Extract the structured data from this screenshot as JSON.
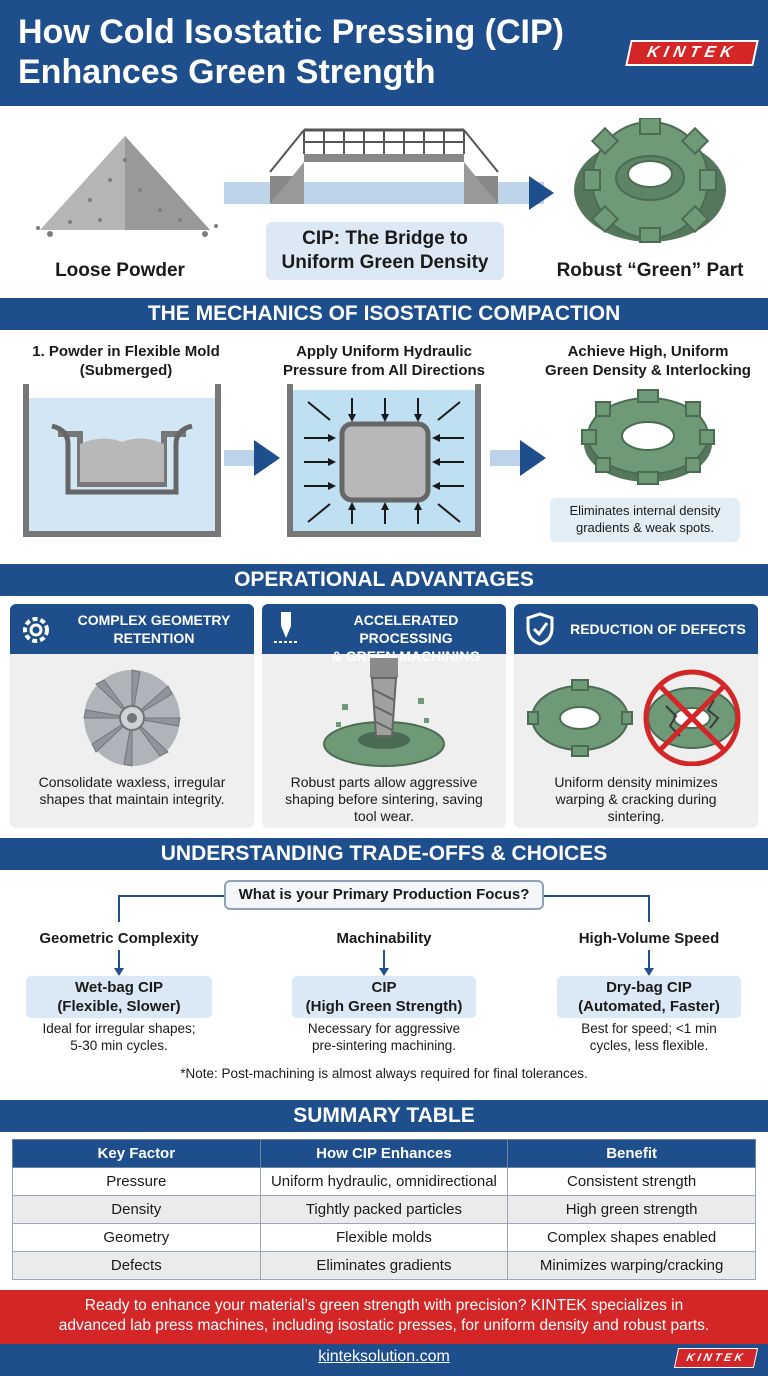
{
  "header": {
    "title_line1": "How Cold Isostatic Pressing (CIP)",
    "title_line2": "Enhances Green Strength",
    "logo": "KINTEK"
  },
  "hero": {
    "left_label": "Loose Powder",
    "bridge_line1": "CIP: The Bridge to",
    "bridge_line2": "Uniform Green Density",
    "right_label": "Robust “Green” Part"
  },
  "mechanics": {
    "title": "THE MECHANICS OF ISOSTATIC COMPACTION",
    "step1_line1": "1. Powder in Flexible Mold",
    "step1_line2": "(Submerged)",
    "step2_line1": "Apply Uniform Hydraulic",
    "step2_line2": "Pressure from All Directions",
    "step3_line1": "Achieve High, Uniform",
    "step3_line2": "Green Density & Interlocking",
    "note_line1": "Eliminates internal density",
    "note_line2": "gradients & weak spots."
  },
  "advantages": {
    "title": "OPERATIONAL ADVANTAGES",
    "cards": [
      {
        "icon": "gear-icon",
        "head_line1": "COMPLEX GEOMETRY",
        "head_line2": "RETENTION",
        "text_line1": "Consolidate waxless, irregular",
        "text_line2": "shapes that maintain integrity.",
        "text_line3": ""
      },
      {
        "icon": "drill-icon",
        "head_line1": "ACCELERATED PROCESSING",
        "head_line2": "& GREEN MACHINING",
        "text_line1": "Robust parts allow aggressive",
        "text_line2": "shaping before sintering, saving",
        "text_line3": "tool wear."
      },
      {
        "icon": "shield-check-icon",
        "head_line1": "REDUCTION OF DEFECTS",
        "head_line2": "",
        "text_line1": "Uniform density minimizes",
        "text_line2": "warping & cracking during",
        "text_line3": "sintering."
      }
    ]
  },
  "tradeoffs": {
    "title": "UNDERSTANDING TRADE-OFFS & CHOICES",
    "question": "What is your Primary Production Focus?",
    "options": [
      {
        "label": "Geometric Complexity",
        "box_line1": "Wet-bag CIP",
        "box_line2": "(Flexible, Slower)",
        "desc_line1": "Ideal for irregular shapes;",
        "desc_line2": "5-30 min cycles."
      },
      {
        "label": "Machinability",
        "box_line1": "CIP",
        "box_line2": "(High Green Strength)",
        "desc_line1": "Necessary for aggressive",
        "desc_line2": "pre-sintering machining."
      },
      {
        "label": "High-Volume Speed",
        "box_line1": "Dry-bag CIP",
        "box_line2": "(Automated, Faster)",
        "desc_line1": "Best for speed; <1 min",
        "desc_line2": "cycles, less flexible."
      }
    ],
    "note": "*Note: Post-machining is almost always required for final tolerances."
  },
  "summary": {
    "title": "SUMMARY TABLE",
    "headers": [
      "Key Factor",
      "How CIP Enhances",
      "Benefit"
    ],
    "rows": [
      [
        "Pressure",
        "Uniform hydraulic, omnidirectional",
        "Consistent strength"
      ],
      [
        "Density",
        "Tightly packed particles",
        "High green strength"
      ],
      [
        "Geometry",
        "Flexible molds",
        "Complex shapes enabled"
      ],
      [
        "Defects",
        "Eliminates gradients",
        "Minimizes warping/cracking"
      ]
    ]
  },
  "footer": {
    "line1": "Ready to enhance your material’s green strength with precision? KINTEK specializes in",
    "line2": "advanced lab press machines, including isostatic presses, for uniform density and robust parts.",
    "url": "kinteksolution.com",
    "logo": "KINTEK"
  },
  "colors": {
    "brand_blue": "#1f4e8c",
    "brand_red": "#d42626",
    "part_green": "#6f9a78"
  }
}
